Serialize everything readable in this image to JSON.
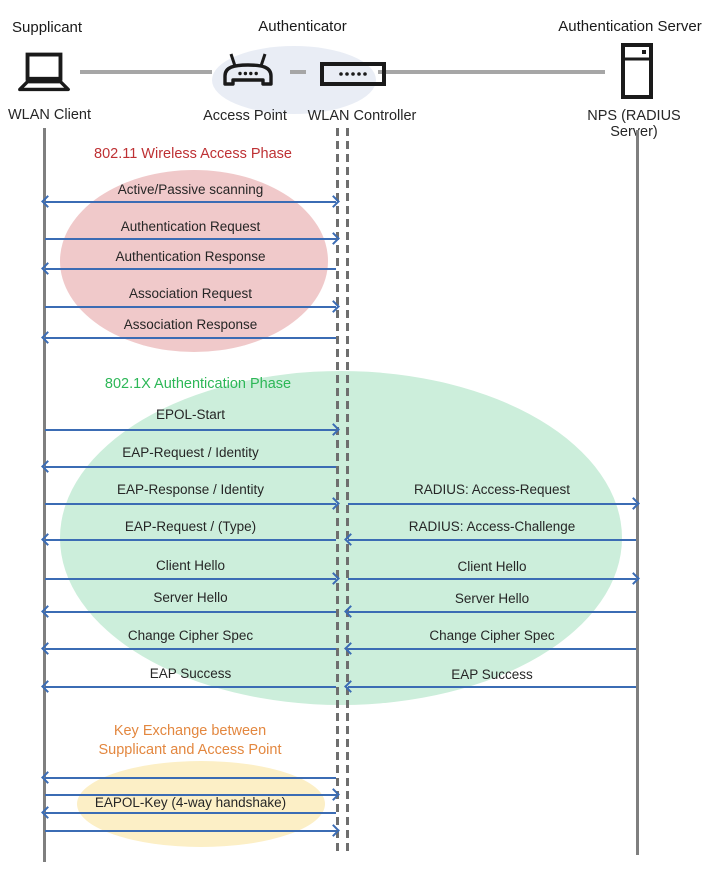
{
  "header": {
    "roles": [
      {
        "label": "Supplicant"
      },
      {
        "label": "Authenticator"
      },
      {
        "label": "Authentication Server"
      }
    ],
    "nodes": [
      {
        "label": "WLAN Client",
        "icon": "laptop-icon"
      },
      {
        "label": "Access Point",
        "icon": "access-point-icon"
      },
      {
        "label": "WLAN Controller",
        "icon": "wlan-controller-icon"
      },
      {
        "label": "NPS (RADIUS Server)",
        "icon": "server-icon"
      }
    ]
  },
  "phases": [
    {
      "title": "802.11 Wireless Access Phase",
      "color": "#BE3134"
    },
    {
      "title": "802.1X Authentication Phase",
      "color": "#2DB757"
    },
    {
      "title_line1": "Key Exchange between",
      "title_line2": "Supplicant and Access Point",
      "color": "#E3873F"
    }
  ],
  "messages": [
    {
      "label": "Active/Passive scanning",
      "side": "left",
      "direction": "both"
    },
    {
      "label": "Authentication Request",
      "side": "left",
      "direction": "right"
    },
    {
      "label": "Authentication Response",
      "side": "left",
      "direction": "left"
    },
    {
      "label": "Association Request",
      "side": "left",
      "direction": "right"
    },
    {
      "label": "Association Response",
      "side": "left",
      "direction": "left"
    },
    {
      "label": "EPOL-Start",
      "side": "left",
      "direction": "right"
    },
    {
      "label": "EAP-Request / Identity",
      "side": "left",
      "direction": "left"
    },
    {
      "label": "EAP-Response / Identity",
      "side": "left",
      "direction": "right"
    },
    {
      "label": "RADIUS: Access-Request",
      "side": "right",
      "direction": "right"
    },
    {
      "label": "EAP-Request / (Type)",
      "side": "left",
      "direction": "left"
    },
    {
      "label": "RADIUS: Access-Challenge",
      "side": "right",
      "direction": "left"
    },
    {
      "label": "Client Hello",
      "side": "left",
      "direction": "right"
    },
    {
      "label": "Client Hello",
      "side": "right",
      "direction": "right"
    },
    {
      "label": "Server Hello",
      "side": "left",
      "direction": "left"
    },
    {
      "label": "Server Hello",
      "side": "right",
      "direction": "left"
    },
    {
      "label": "Change Cipher Spec",
      "side": "left",
      "direction": "left"
    },
    {
      "label": "Change Cipher Spec",
      "side": "right",
      "direction": "left"
    },
    {
      "label": "EAP Success",
      "side": "left",
      "direction": "left"
    },
    {
      "label": "EAP Success",
      "side": "right",
      "direction": "left"
    },
    {
      "label": null,
      "side": "left",
      "direction": "left"
    },
    {
      "label": null,
      "side": "left",
      "direction": "right"
    },
    {
      "label": "EAPOL-Key (4-way handshake)",
      "side": "left",
      "direction": "left"
    },
    {
      "label": null,
      "side": "left",
      "direction": "right"
    }
  ],
  "colors": {
    "arrow": "#3B6CB4",
    "lifeline": "#7F7F7F",
    "connector": "#A6A6A6",
    "phase1_ellipse": "#F0C9CA",
    "phase2_ellipse": "#CCEEDB",
    "phase3_ellipse": "#FCEFC6",
    "authenticator_ellipse": "#E9EDF5",
    "phase1_title": "#BE3134",
    "phase2_title": "#2DB757",
    "phase3_title": "#E3873F"
  }
}
